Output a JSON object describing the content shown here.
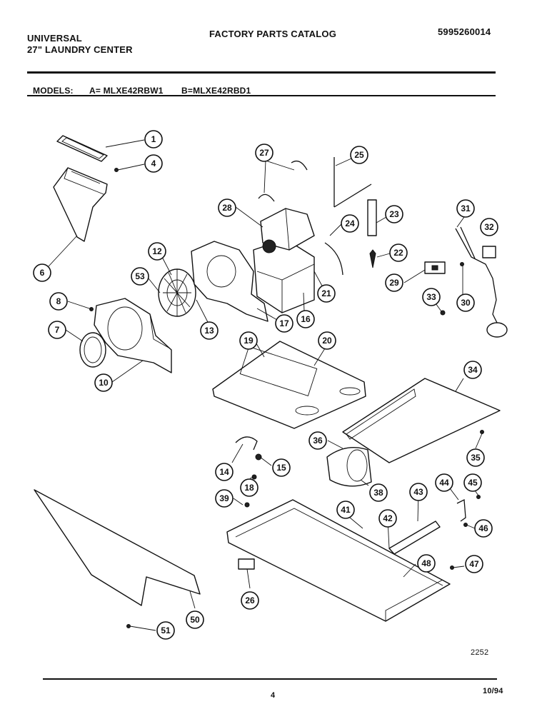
{
  "header": {
    "brand": "UNIVERSAL",
    "product": "27\" LAUNDRY CENTER",
    "catalog_title": "FACTORY PARTS CATALOG",
    "part_number": "5995260014"
  },
  "models": {
    "label": "MODELS:",
    "a": "A= MLXE42RBW1",
    "b": "B=MLXE42RBD1"
  },
  "footer": {
    "figure_number": "2252",
    "page_number": "4",
    "date": "10/94"
  },
  "callouts": [
    "1",
    "4",
    "6",
    "7",
    "8",
    "10",
    "12",
    "53",
    "13",
    "17",
    "16",
    "21",
    "27",
    "28",
    "25",
    "24",
    "23",
    "22",
    "29",
    "31",
    "32",
    "30",
    "33",
    "19",
    "20",
    "34",
    "35",
    "36",
    "38",
    "14",
    "15",
    "18",
    "39",
    "41",
    "42",
    "43",
    "44",
    "45",
    "46",
    "47",
    "48",
    "26",
    "50",
    "51"
  ]
}
